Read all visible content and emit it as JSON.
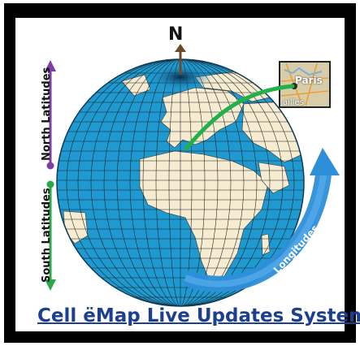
{
  "north_label": "N",
  "title": "Cell ëMap Live Updates System",
  "north_latitudes_label": "North Latitudes",
  "south_latitudes_label": "South Latitudes",
  "longitudes_label": "Longitudes",
  "map_card": {
    "city": "Paris",
    "partial_label": "ailles"
  },
  "colors": {
    "ocean": "#1f9ad1",
    "land": "#f6ecd2",
    "grid": "#1a1a1a",
    "north_arrow": "#7b3fa6",
    "south_arrow": "#2aa84a",
    "route": "#22b04b",
    "longitude_arrow": "#2e8fd9",
    "title": "#1d3f8f"
  }
}
